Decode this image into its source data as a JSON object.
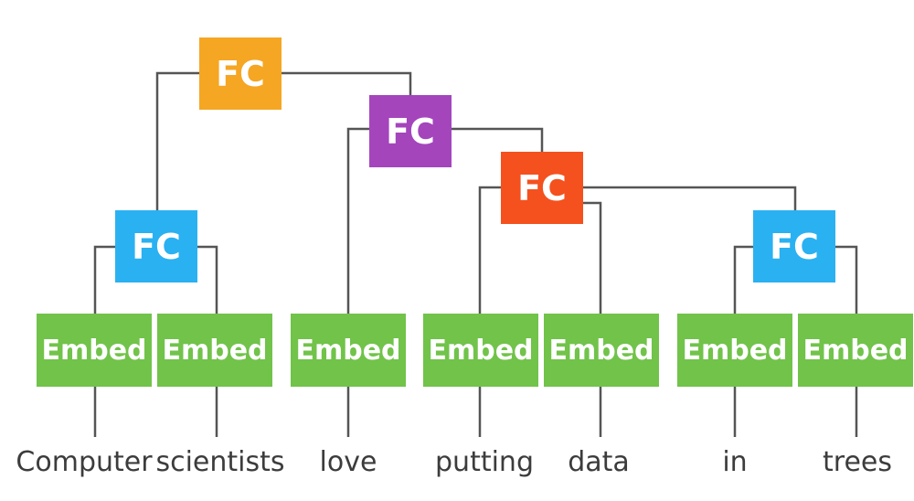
{
  "colors": {
    "fc_top": "#f5a623",
    "fc_mid": "#a445bc",
    "fc_low": "#f4511e",
    "fc_leaf": "#2ab1f2",
    "embed": "#71c34a",
    "line": "#555555",
    "text": "#3c3c3c"
  },
  "nodes": {
    "fc_root": {
      "label": "FC"
    },
    "fc_love": {
      "label": "FC"
    },
    "fc_putting": {
      "label": "FC"
    },
    "fc_left": {
      "label": "FC"
    },
    "fc_right": {
      "label": "FC"
    }
  },
  "embeds": [
    {
      "label": "Embed"
    },
    {
      "label": "Embed"
    },
    {
      "label": "Embed"
    },
    {
      "label": "Embed"
    },
    {
      "label": "Embed"
    },
    {
      "label": "Embed"
    },
    {
      "label": "Embed"
    }
  ],
  "words": [
    "Computer",
    "scientists",
    "love",
    "putting",
    "data",
    "in",
    "trees"
  ]
}
